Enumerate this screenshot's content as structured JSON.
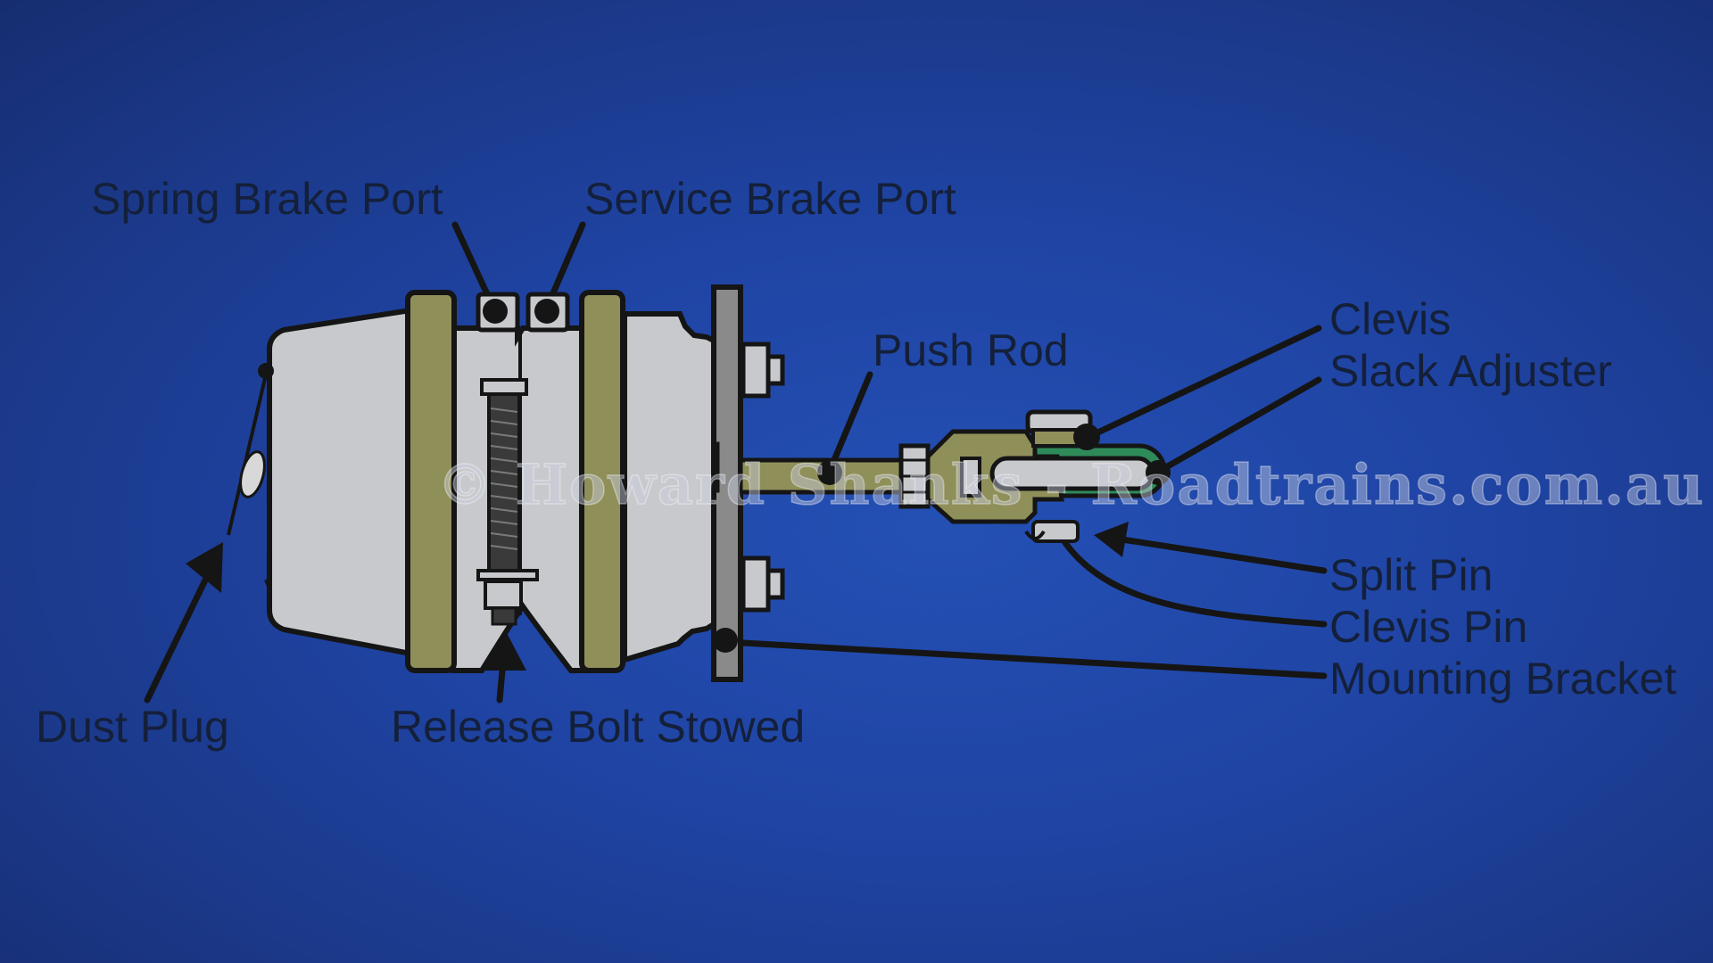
{
  "diagram": {
    "labels": {
      "spring_brake_port": "Spring Brake Port",
      "service_brake_port": "Service Brake Port",
      "push_rod": "Push Rod",
      "clevis": "Clevis",
      "slack_adjuster": "Slack Adjuster",
      "split_pin": "Split Pin",
      "clevis_pin": "Clevis Pin",
      "mounting_bracket": "Mounting Bracket",
      "dust_plug": "Dust Plug",
      "release_bolt_stowed": "Release Bolt Stowed"
    },
    "watermark": "© Howard Shanks - Roadtrains.com.au"
  },
  "colors": {
    "background": "#1f44a4",
    "housing": "#c8c9cc",
    "olive": "#8f8f5a",
    "bracket": "#8a8a8a",
    "green": "#2f8a5a",
    "outline": "#151515"
  }
}
